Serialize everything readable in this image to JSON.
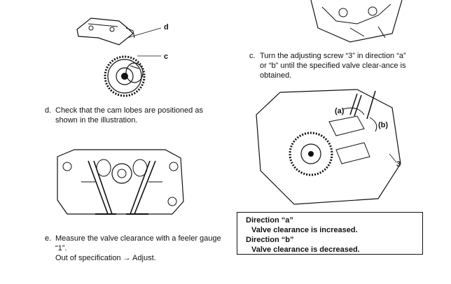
{
  "figure_top": {
    "label_d": "d",
    "label_c": "c"
  },
  "step_d": {
    "marker": "d.",
    "text": "Check that the cam lobes are positioned as shown in the illustration."
  },
  "step_e": {
    "marker": "e.",
    "text": "Measure the valve clearance with a feeler gauge “1”.",
    "note": "Out of specification → Adjust."
  },
  "step_c": {
    "marker": "c.",
    "text": "Turn the adjusting screw “3” in direction “a” or “b” until the specified valve clear-ance is obtained."
  },
  "figure_right": {
    "label_a": "(a)",
    "label_b": "(b)",
    "label_3": "3"
  },
  "direction_box": {
    "dir_a_label": "Direction “a”",
    "dir_a_text": "Valve clearance is increased.",
    "dir_b_label": "Direction “b”",
    "dir_b_text": "Valve clearance is decreased."
  }
}
